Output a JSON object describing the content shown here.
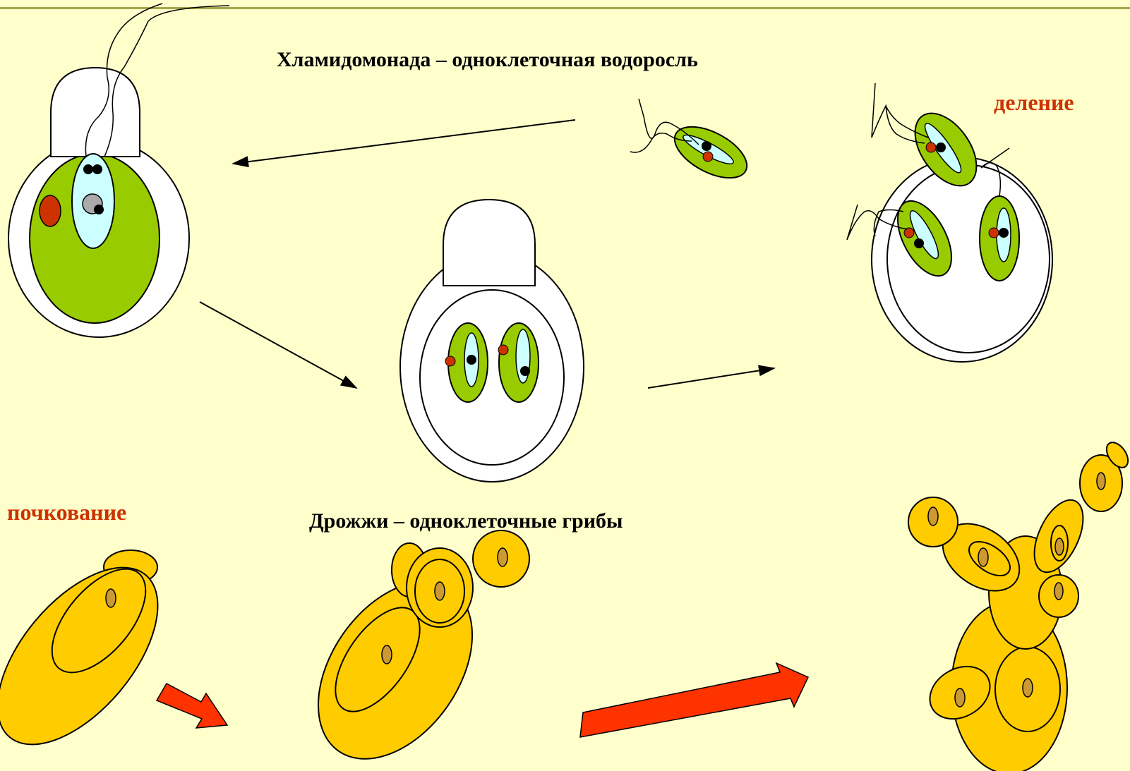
{
  "texts": {
    "chlamydomonas_title": "Хламидомонада – одноклеточная водоросль",
    "division_label": "деление",
    "budding_label": "почкование",
    "yeast_title": "Дрожжи – одноклеточные грибы"
  },
  "colors": {
    "background": "#ffffcc",
    "top_rule": "#a6a64d",
    "cell_green": "#99cc00",
    "vacuole_blue": "#ccffff",
    "eyespot_red": "#cc3300",
    "yeast_yellow": "#ffcc00",
    "yeast_nucleus": "#cc9933",
    "block_arrow_red": "#ff3300",
    "label_red": "#cc3300"
  }
}
